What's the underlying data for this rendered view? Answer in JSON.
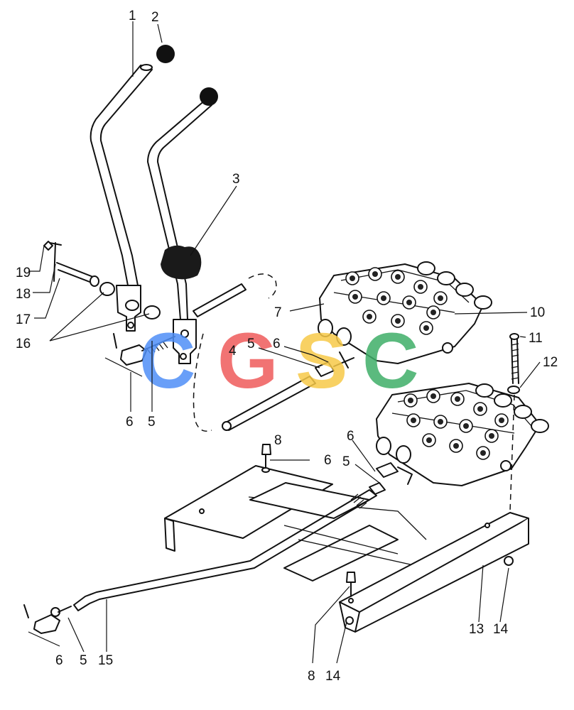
{
  "callouts": {
    "c1": "1",
    "c2": "2",
    "c3": "3",
    "c4": "4",
    "c5a": "5",
    "c5b": "5",
    "c5c": "5",
    "c5d": "5",
    "c6a": "6",
    "c6b": "6",
    "c6c": "6",
    "c6d": "6",
    "c6e": "6",
    "c7": "7",
    "c8a": "8",
    "c8b": "8",
    "c10": "10",
    "c11": "11",
    "c12": "12",
    "c13": "13",
    "c14a": "14",
    "c14b": "14",
    "c15": "15",
    "c16": "16",
    "c17": "17",
    "c18": "18",
    "c19": "19"
  },
  "watermark": {
    "letters": [
      "C",
      "G",
      "S",
      "C"
    ],
    "colors": [
      "#4f8ff7",
      "#ef5b5b",
      "#f7c948",
      "#3fae68"
    ]
  }
}
